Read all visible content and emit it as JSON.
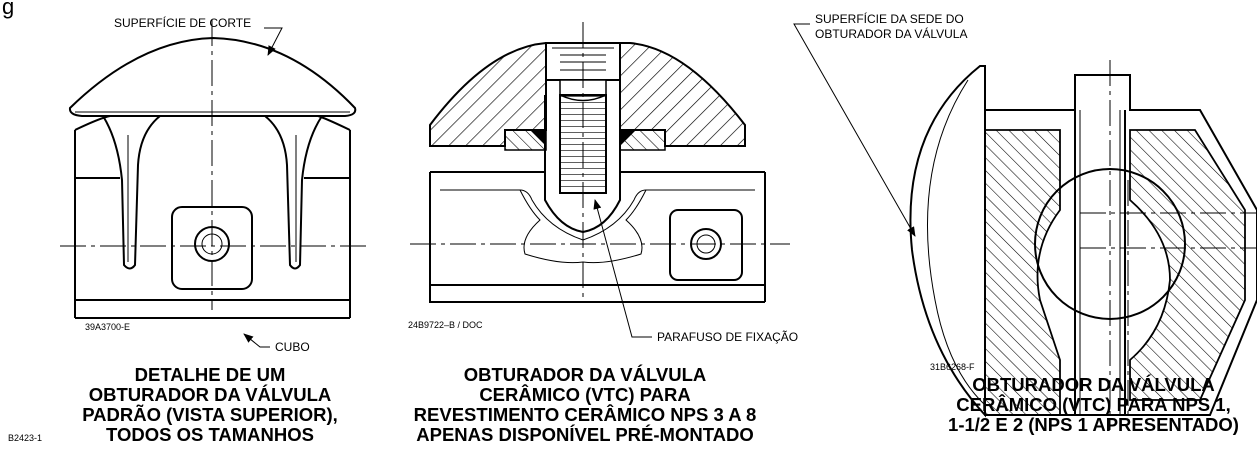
{
  "figure_mark": "g",
  "panel_left": {
    "callout_top": "SUPERFÍCIE DE CORTE",
    "callout_bottom": "CUBO",
    "drawing_code": "39A3700-E",
    "caption": [
      "DETALHE DE UM",
      "OBTURADOR DA VÁLVULA",
      "PADRÃO (VISTA SUPERIOR),",
      "TODOS OS TAMANHOS"
    ]
  },
  "panel_middle": {
    "callout_screw": "PARAFUSO DE FIXAÇÃO",
    "drawing_code": "24B9722–B / DOC",
    "caption": [
      "OBTURADOR DA VÁLVULA",
      "CERÂMICO (VTC) PARA",
      "REVESTIMENTO CERÂMICO NPS 3 A 8",
      "APENAS DISPONÍVEL PRÉ-MONTADO"
    ]
  },
  "panel_right": {
    "callout_top": [
      "SUPERFÍCIE DA SEDE DO",
      "OBTURADOR DA VÁLVULA"
    ],
    "drawing_code": "31B6268-F",
    "caption": [
      "OBTURADOR DA VÁLVULA",
      "CERÂMICO (VTC) PARA NPS 1,",
      "1-1/2 E 2 (NPS 1 APRESENTADO)"
    ]
  },
  "figure_code": "B2423-1"
}
